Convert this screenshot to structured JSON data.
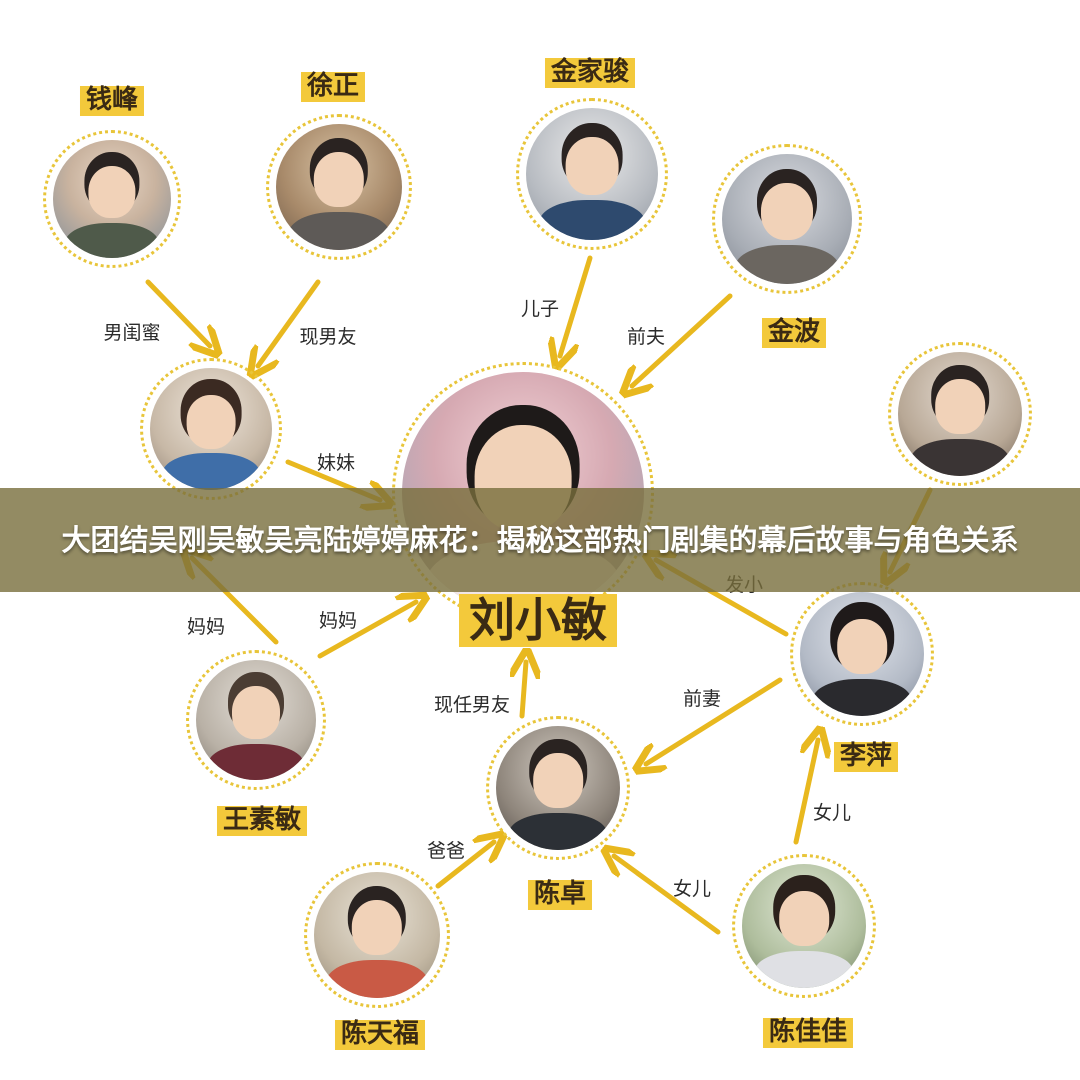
{
  "banner": {
    "title": "大团结吴刚吴敏吴亮陆婷婷麻花：揭秘这部热门剧集的幕后故事与角色关系"
  },
  "colors": {
    "accent_yellow": "#f3c93b",
    "arrow_yellow": "#e8b81f",
    "banner_bg": "#786e3c"
  },
  "characters": {
    "qian_feng": "钱峰",
    "xu_zheng": "徐正",
    "jin_jiajun": "金家骏",
    "jin_bo": "金波",
    "liu_xiaomin": "刘小敏",
    "li_ping": "李萍",
    "wang_sumin": "王素敏",
    "chen_zhuo": "陈卓",
    "chen_tianfu": "陈天福",
    "chen_jiajia": "陈佳佳"
  },
  "relations": {
    "nan_guimi": "男闺蜜",
    "xian_nanyou": "现男友",
    "erzi": "儿子",
    "qianfu": "前夫",
    "meimei": "妹妹",
    "faxiao": "发小",
    "mama_left": "妈妈",
    "mama_right": "妈妈",
    "xianren_nanyou": "现任男友",
    "qianqi": "前妻",
    "nver_up": "女儿",
    "baba": "爸爸",
    "nver_left": "女儿"
  }
}
